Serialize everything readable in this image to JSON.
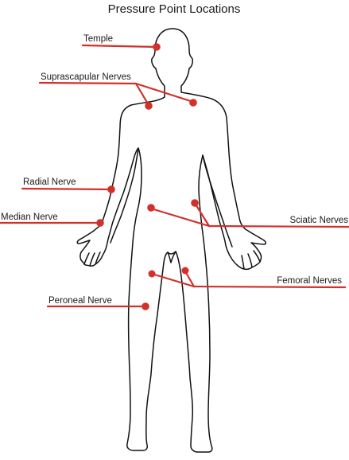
{
  "title": "Pressure Point Locations",
  "accent_color": "#d3302a",
  "labels": {
    "temple": "Temple",
    "suprascapular": "Suprascapular Nerves",
    "radial": "Radial Nerve",
    "median": "Median Nerve",
    "sciatic": "Sciatic Nerves",
    "femoral": "Femoral Nerves",
    "peroneal": "Peroneal Nerve"
  }
}
